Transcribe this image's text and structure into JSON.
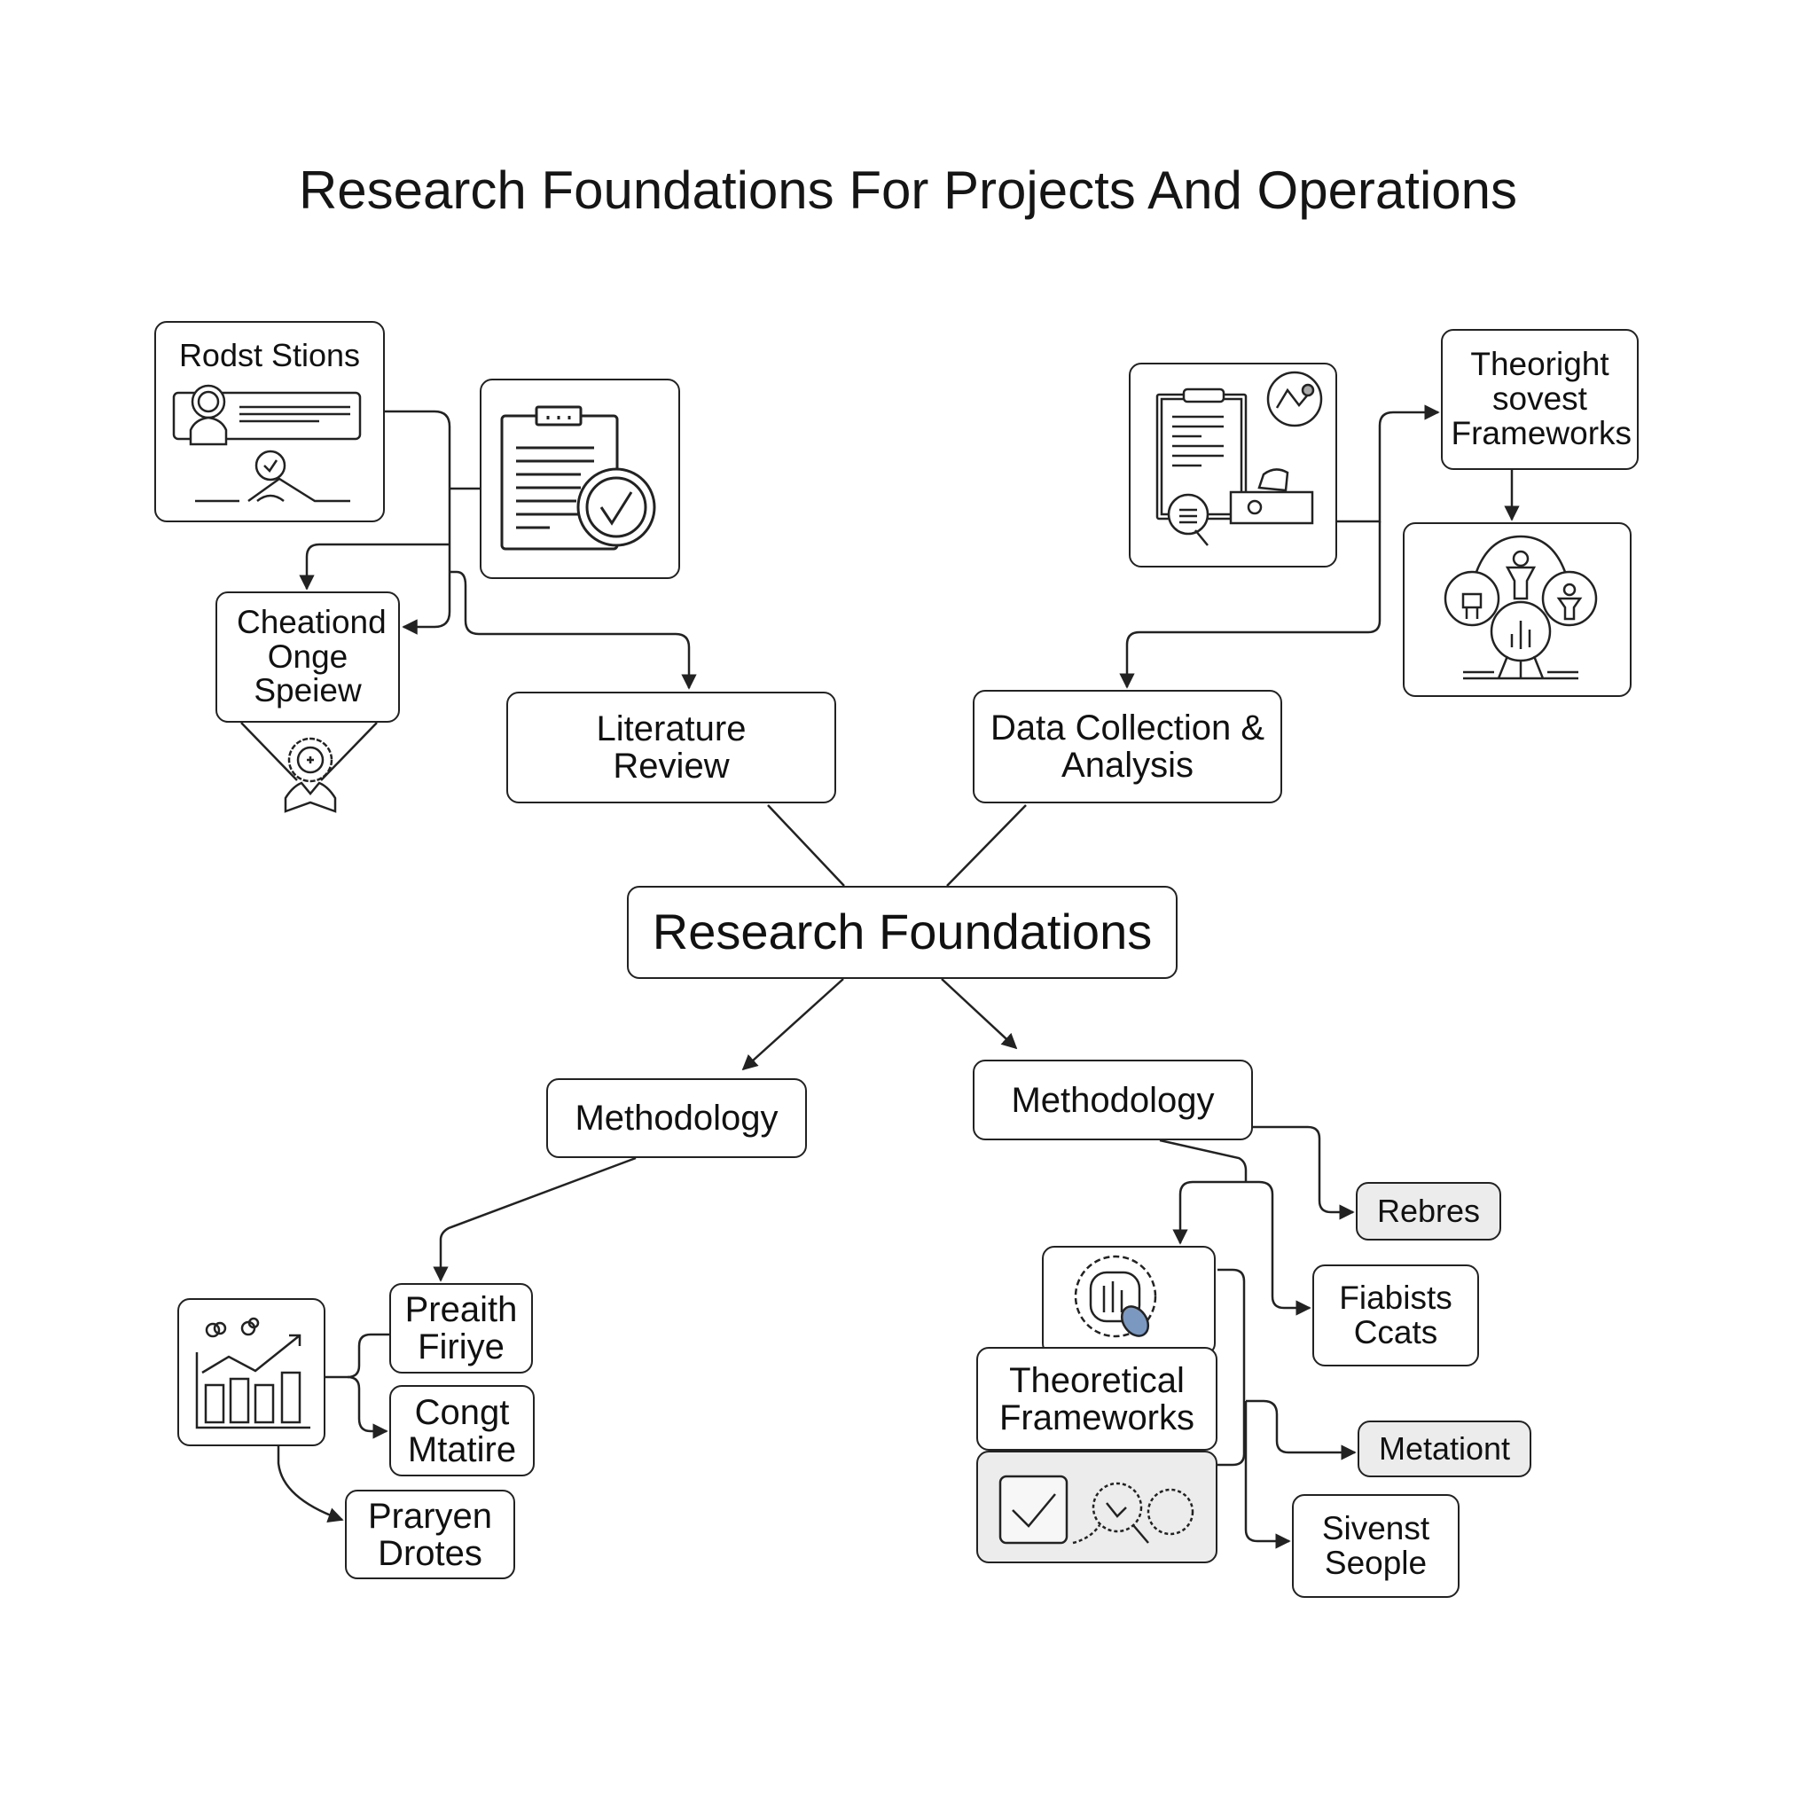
{
  "title": "Research Foundations For Projects And Operations",
  "nodes": {
    "rodst_stions": "Rodst Stions",
    "cheationd": "Cheationd Onge Speiew",
    "literature_review": "Literature Review",
    "data_collection": "Data Collection & Analysis",
    "theoright": "Theoright sovest Frameworks",
    "research_foundations": "Research Foundations",
    "methodology_left": "Methodology",
    "methodology_right": "Methodology",
    "preaith": "Preaith Firiye",
    "congt": "Congt Mtatire",
    "praryen": "Praryen Drotes",
    "theoretical_frameworks": "Theoretical Frameworks",
    "rebres": "Rebres",
    "fiabists": "Fiabists Ccats",
    "metationt": "Metationt",
    "sivenst": "Sivenst Seople"
  },
  "colors": {
    "stroke": "#222222",
    "gray_fill": "#ececec",
    "accent": "#7b98c0"
  }
}
